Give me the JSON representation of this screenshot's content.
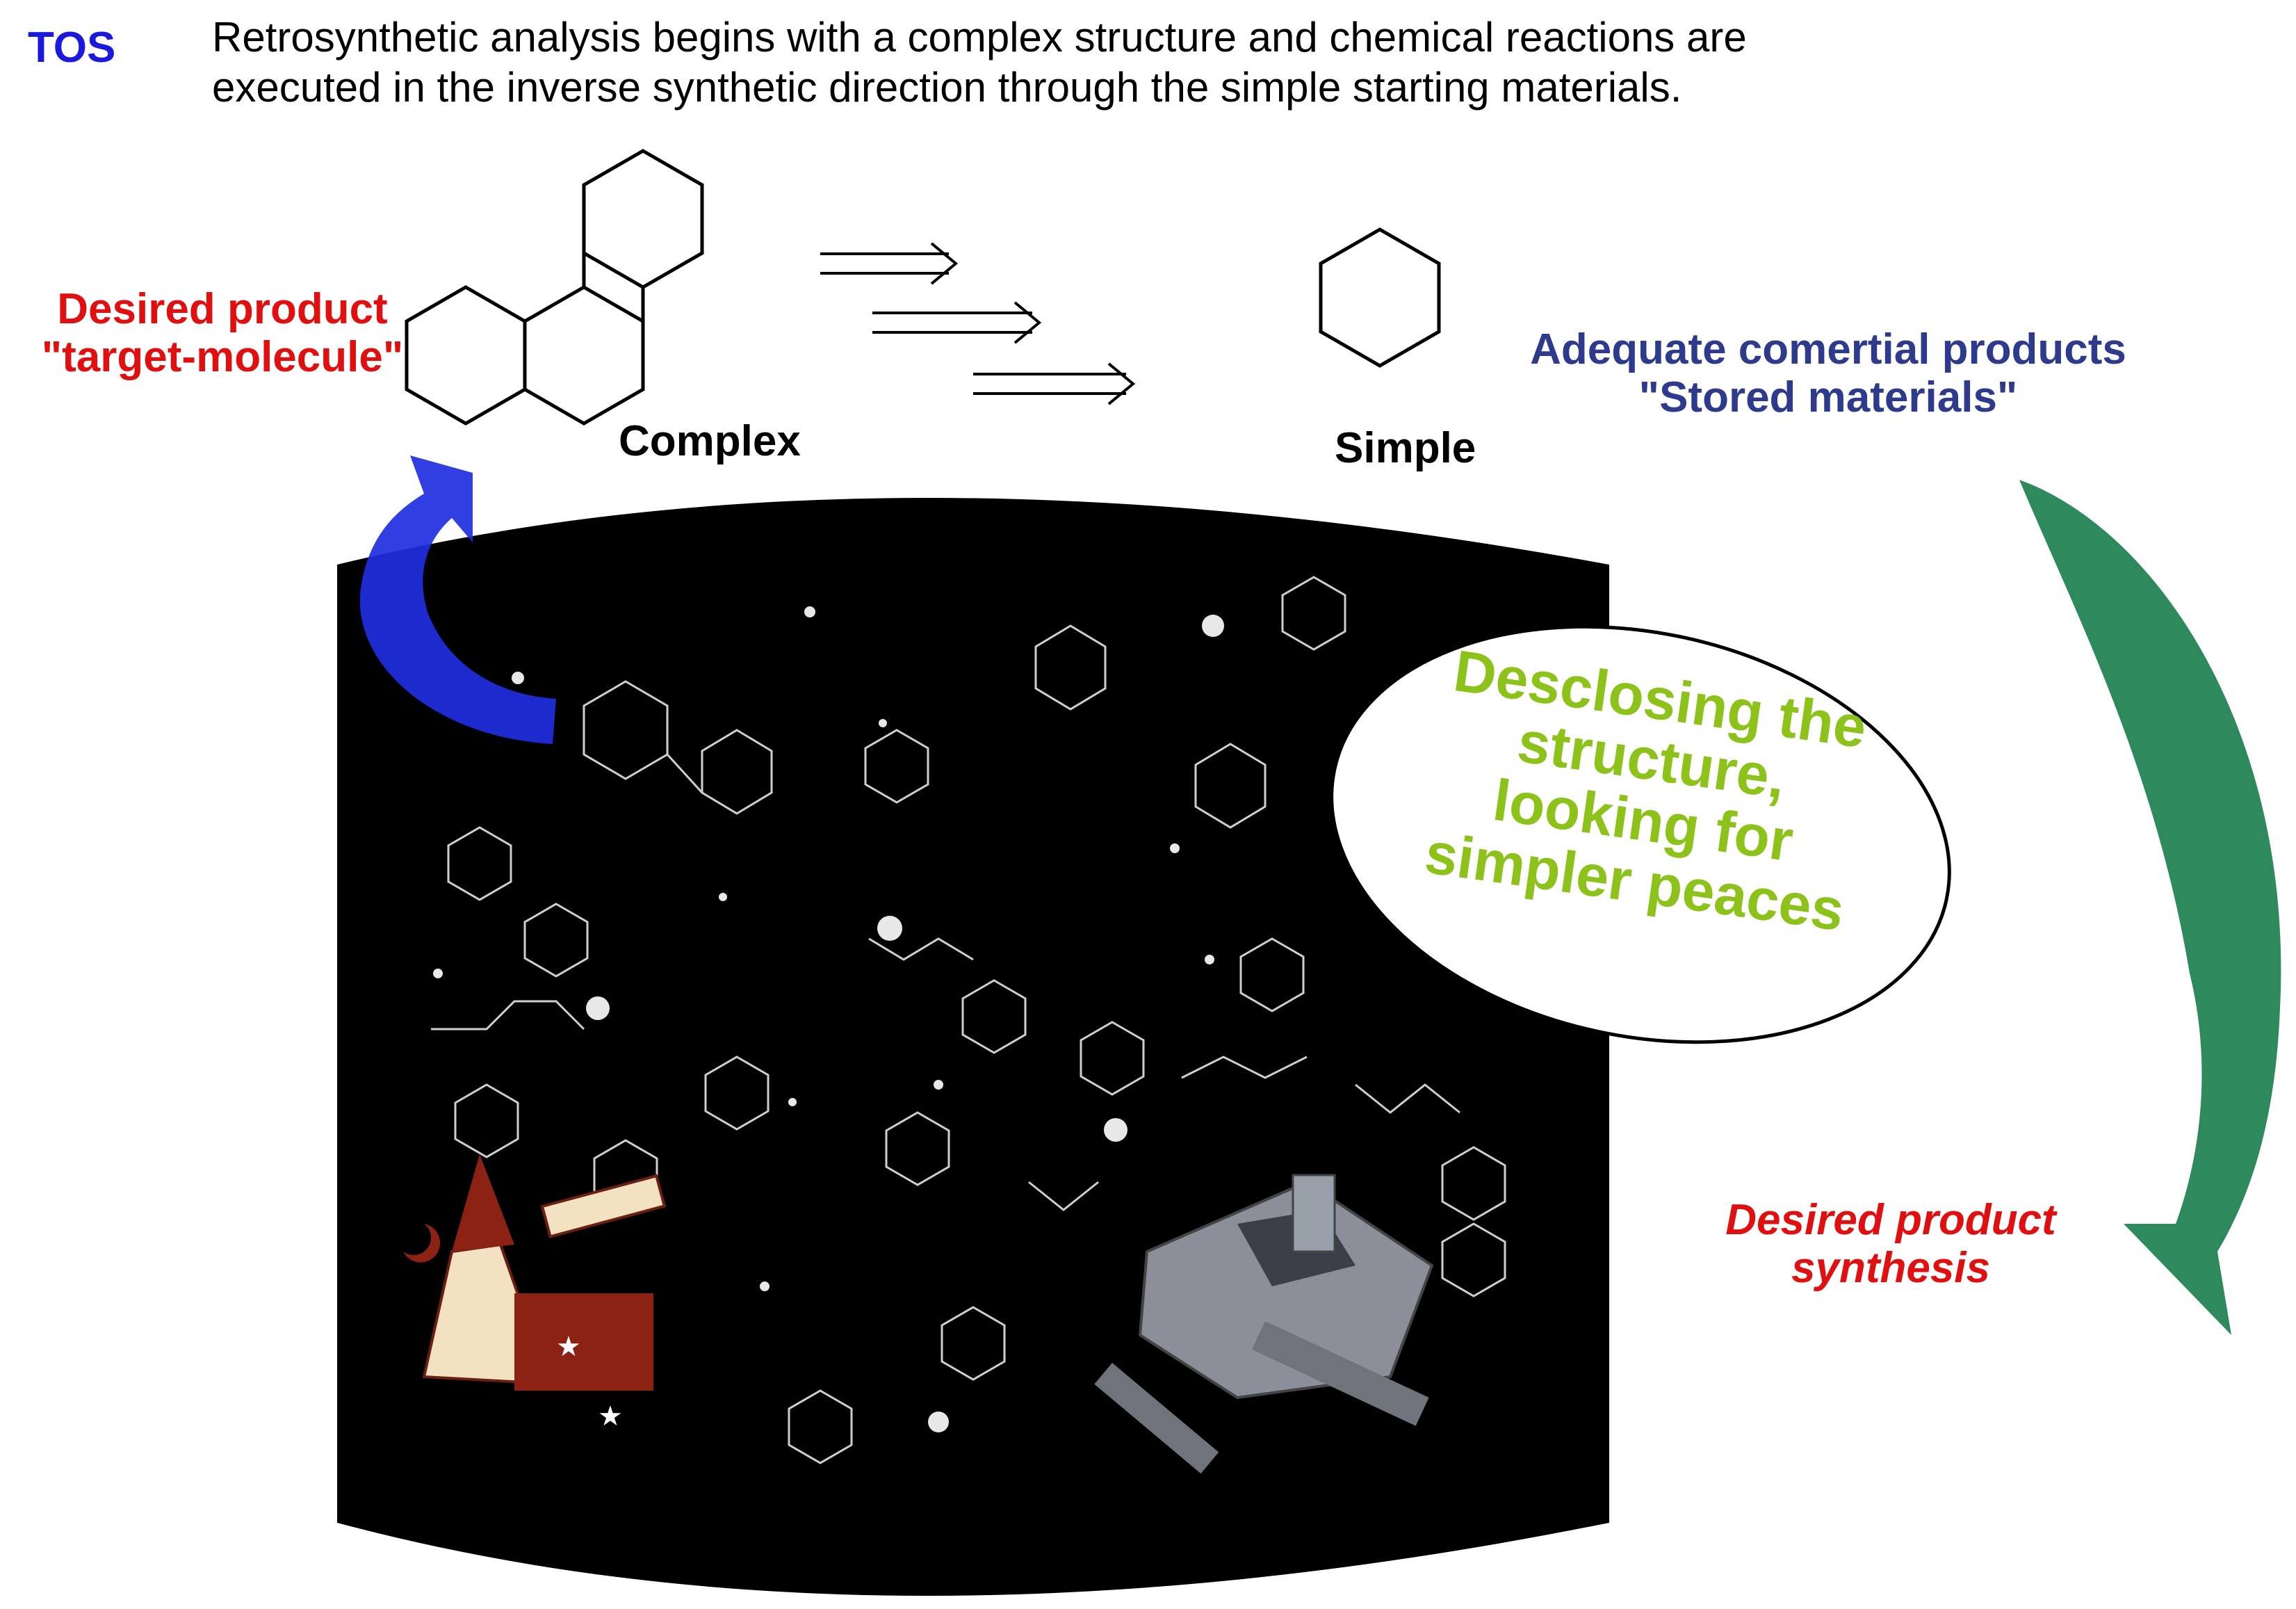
{
  "header": {
    "tag": "TOS",
    "description_line1": "Retrosynthetic analysis begins with a complex structure and chemical reactions are",
    "description_line2": "executed in the inverse synthetic direction through the simple starting materials."
  },
  "left_label": {
    "line1": "Desired product",
    "line2": "\"target-molecule\""
  },
  "right_label": {
    "line1": "Adequate comertial products",
    "line2": "\"Stored materials\""
  },
  "molecules": {
    "complex_label": "Complex",
    "simple_label": "Simple"
  },
  "bubble": {
    "line1": "Desclosing the",
    "line2": "structure,",
    "line3": "looking for",
    "line4": "simpler peaces"
  },
  "bottom_right_label": {
    "line1": "Desired product",
    "line2": "synthesis"
  },
  "colors": {
    "tag": "#1a1adf",
    "red_label": "#e01010",
    "navy_label": "#2e3a8c",
    "bubble_text": "#8cc21a",
    "blue_arrow": "#1f2fe0",
    "green_arrow": "#2e8a5c",
    "barrel": "#000000"
  }
}
